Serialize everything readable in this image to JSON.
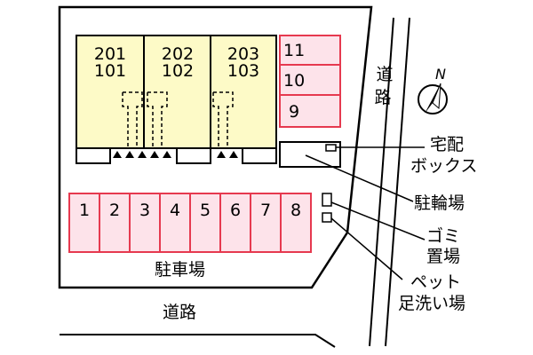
{
  "units": [
    {
      "upper": "201",
      "lower": "101"
    },
    {
      "upper": "202",
      "lower": "102"
    },
    {
      "upper": "203",
      "lower": "103"
    }
  ],
  "bike_spaces": [
    "11",
    "10",
    "9"
  ],
  "parking_spaces": [
    "1",
    "2",
    "3",
    "4",
    "5",
    "6",
    "7",
    "8"
  ],
  "labels": {
    "parking_lot": "駐車場",
    "road_bottom": "道路",
    "road_right_1": "道",
    "road_right_2": "路",
    "delivery_box_1": "宅配",
    "delivery_box_2": "ボックス",
    "bicycle_parking": "駐輪場",
    "garbage_1": "ゴミ",
    "garbage_2": "置場",
    "pet_wash_1": "ペット",
    "pet_wash_2": "足洗い場",
    "compass_n": "N"
  },
  "colors": {
    "building_fill": "#fdfac7",
    "parking_fill": "#fde3ea",
    "parking_stroke": "#e6394f",
    "line": "#000000"
  }
}
